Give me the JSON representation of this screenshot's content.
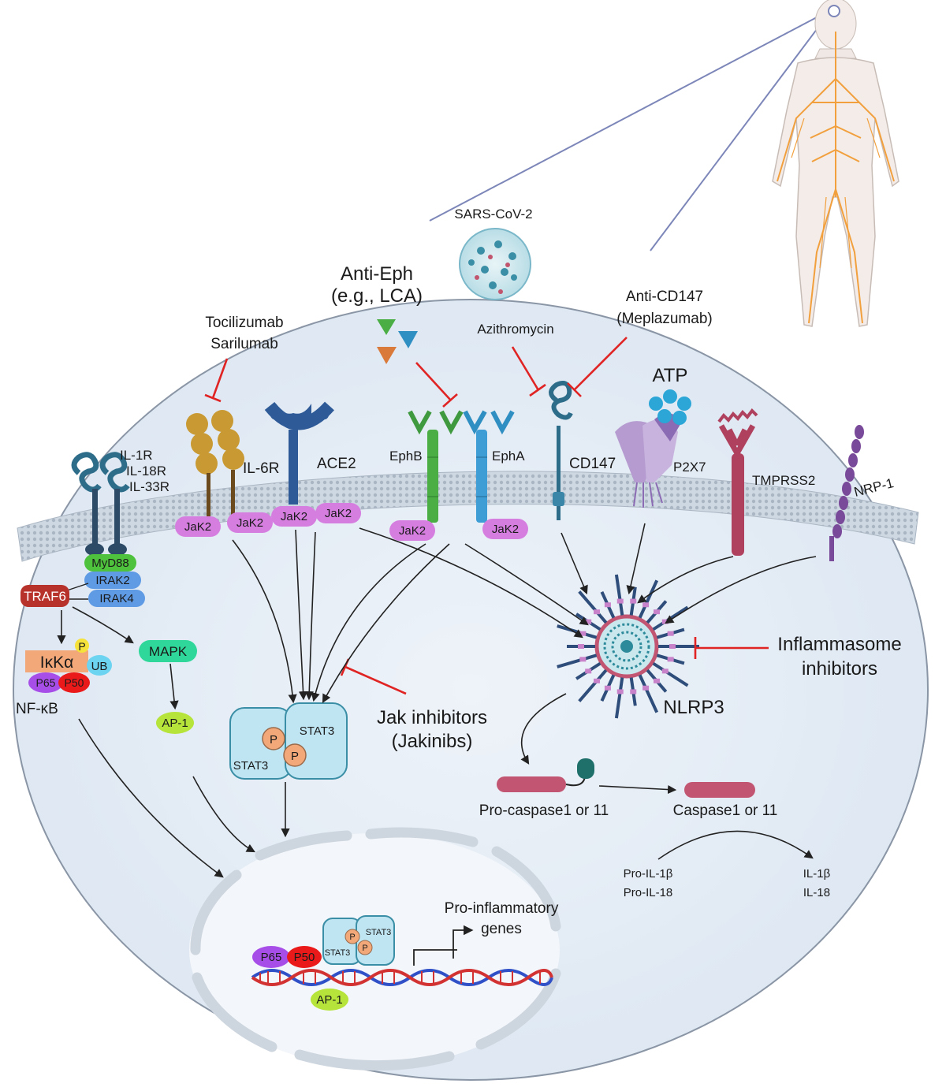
{
  "receptors": {
    "il1r": "IL-1R",
    "il18r": "IL-18R",
    "il33r": "IL-33R",
    "il6r": "IL-6R",
    "ace2": "ACE2",
    "ephb": "EphB",
    "epha": "EphA",
    "cd147": "CD147",
    "p2x7": "P2X7",
    "tmprss2": "TMPRSS2",
    "nrp1": "NRP-1"
  },
  "kinases": {
    "jak2": "JaK2",
    "myd88": "MyD88",
    "irak2": "IRAK2",
    "irak4": "IRAK4",
    "traf6": "TRAF6",
    "mapk": "MAPK"
  },
  "nfkb": {
    "ikka": "IκKα",
    "p": "P",
    "ub": "UB",
    "p65": "P65",
    "p50": "P50",
    "label": "NF-κB"
  },
  "ap1": "AP-1",
  "stat": {
    "stat3": "STAT3",
    "p": "P"
  },
  "drugs": {
    "tocilizumab": "Tocilizumab",
    "sarilumab": "Sarilumab",
    "anti_eph": "Anti-Eph",
    "anti_eph_eg": "(e.g., LCA)",
    "sars": "SARS-CoV-2",
    "azithromycin": "Azithromycin",
    "anti_cd147": "Anti-CD147",
    "meplazumab": "(Meplazumab)",
    "atp": "ATP",
    "jak_inhibitors": "Jak inhibitors",
    "jakinibs": "(Jakinibs)",
    "inflammasome": "Inflammasome",
    "inhibitors": "inhibitors"
  },
  "inflammasome": {
    "nlrp3": "NLRP3",
    "pro_caspase": "Pro-caspase1 or 11",
    "caspase": "Caspase1 or 11",
    "pro_il1b": "Pro-IL-1β",
    "pro_il18": "Pro-IL-18",
    "il1b": "IL-1β",
    "il18": "IL-18"
  },
  "nucleus": {
    "genes_line1": "Pro-inflammatory",
    "genes_line2": "genes"
  },
  "colors": {
    "cell": "#e6eef7",
    "membrane": "#c9d3de",
    "jak2": "#d57ee0",
    "traf6": "#b8322c",
    "myd88": "#4ec23c",
    "irak": "#5f9be4",
    "mapk": "#2fd89a",
    "ap1": "#b6e43a",
    "inhibitor": "#e02424",
    "stat3": "#bfe5f3",
    "caspase": "#c25672"
  }
}
